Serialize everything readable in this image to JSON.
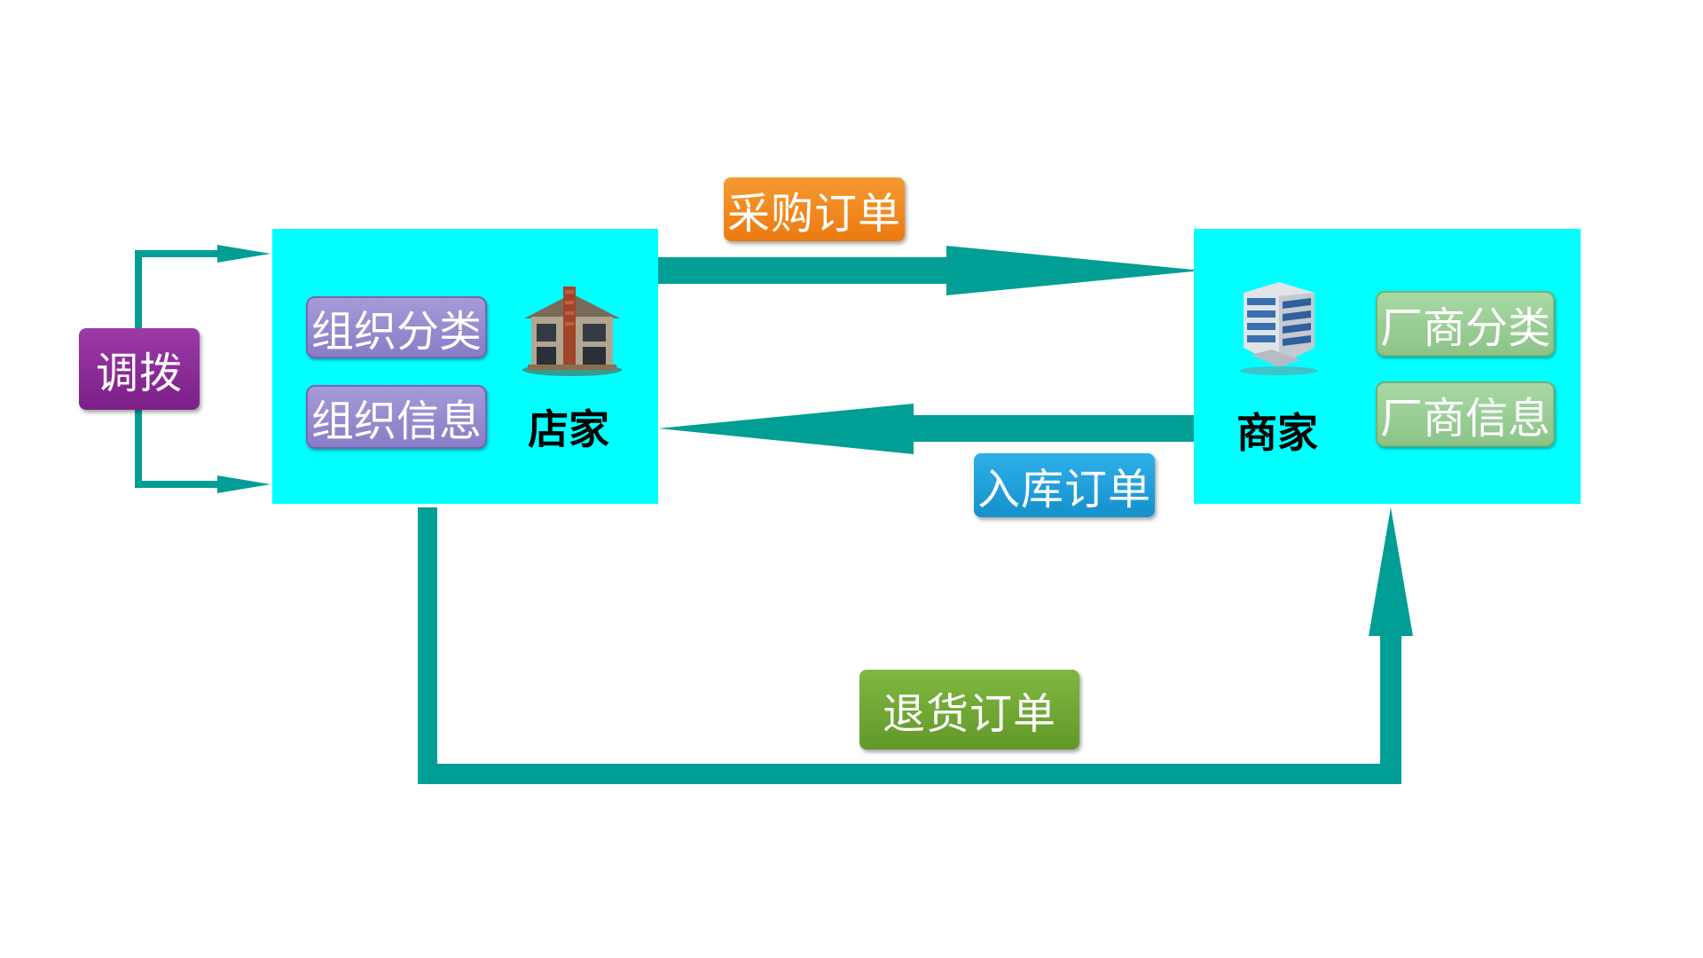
{
  "colors": {
    "arrow": "#009e95",
    "panel": "#00ffff",
    "purchase_tag": "#f2891c",
    "inbound_tag": "#1ca0dc",
    "return_tag": "#6fa832",
    "transfer_tag": "#8c2a96",
    "org_tag": "#9a8bd0",
    "vendor_tag": "#9acf96"
  },
  "store": {
    "label": "店家",
    "icon": "house-icon",
    "items": [
      "组织分类",
      "组织信息"
    ]
  },
  "merchant": {
    "label": "商家",
    "icon": "office-building-icon",
    "items": [
      "厂商分类",
      "厂商信息"
    ]
  },
  "flows": {
    "purchase": "采购订单",
    "inbound": "入库订单",
    "return": "退货订单",
    "transfer": "调拨"
  }
}
